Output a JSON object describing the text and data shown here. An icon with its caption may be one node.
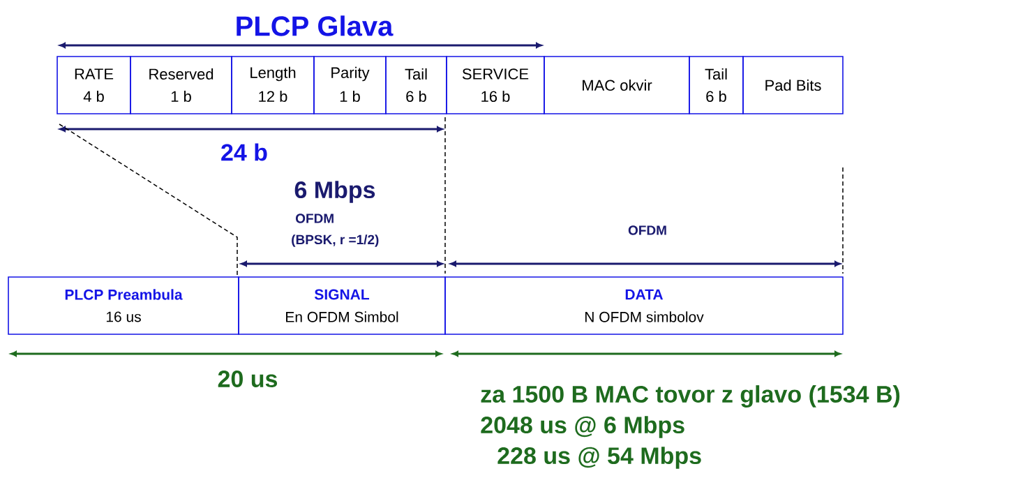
{
  "diagram": {
    "nodes": [
      {
        "text": [
          "RATE",
          "4 b"
        ]
      },
      {
        "text": [
          "Reserved",
          "1 b"
        ]
      },
      {
        "text": [
          "Length",
          "12 b"
        ]
      },
      {
        "text": [
          "Parity",
          "1 b"
        ]
      },
      {
        "text": [
          "Tail",
          "6 b"
        ]
      },
      {
        "text": [
          "SERVICE",
          "16 b"
        ]
      },
      {
        "text": [
          "MAC okvir"
        ]
      },
      {
        "text": [
          "Tail",
          "6 b"
        ]
      },
      {
        "text": [
          "Pad Bits"
        ]
      },
      {
        "text": [
          "PLCP Preambula",
          "16 us"
        ]
      },
      {
        "text": [
          "SIGNAL",
          "En OFDM Simbol"
        ]
      },
      {
        "text": [
          "DATA",
          "N OFDM simbolov"
        ]
      }
    ],
    "labels": [
      "PLCP Glava",
      "24 b",
      "6 Mbps",
      "OFDM",
      "(BPSK, r =1/2)",
      "OFDM",
      "20 us",
      "za 1500 B MAC tovor z glavo (1534 B)",
      "2048 us @ 6 Mbps",
      "228 us @ 54 Mbps"
    ]
  }
}
